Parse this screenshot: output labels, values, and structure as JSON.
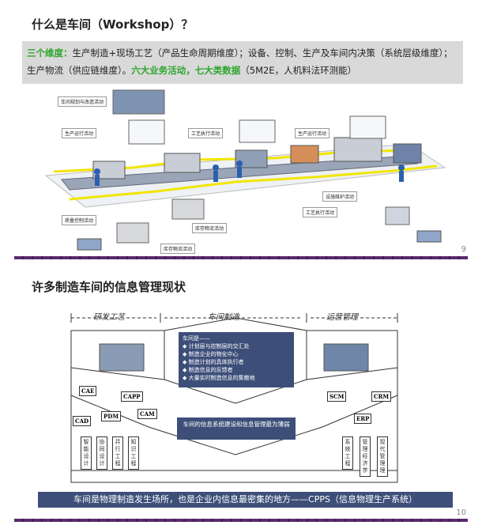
{
  "slide1": {
    "title": "什么是车间（Workshop）？",
    "intro": {
      "prefix": "三个维度：",
      "body1": "生产制造+现场工艺（产品生命周期维度）；设备、控制、生产及车间内决策（系统层级维度）；生产物流（供应链维度）。",
      "highlight": "六大业务活动，七大类数据",
      "body2": "（5M2E，人机料法环测能）"
    },
    "activities": [
      "车间规划与改造活动",
      "生产运行活动",
      "工艺执行活动",
      "生产运行活动",
      "设施维护活动",
      "工艺执行活动",
      "质量控制活动",
      "库存物流活动",
      "库存物流活动"
    ],
    "page_number": "9"
  },
  "slide2": {
    "title": "许多制造车间的信息管理现状",
    "sections": [
      "研发工艺",
      "车间制造",
      "运营管理"
    ],
    "center_heading": "车间是——",
    "center_points": [
      "计划层与控制层的交汇处",
      "制造企业的物化中心",
      "制造计划的具体执行者",
      "制造信息的反馈者",
      "大量实时制造信息的集散地"
    ],
    "left_systems": [
      "CAE",
      "CAPP",
      "CAD",
      "PDM",
      "CAM"
    ],
    "right_systems": [
      "SCM",
      "CRM",
      "ERP"
    ],
    "left_columns": [
      "智能设计",
      "协同设计",
      "并行工程",
      "知识工程"
    ],
    "right_columns": [
      "系统工程",
      "管理经济学",
      "现代管理理"
    ],
    "center_note": "车间的信息系统建设和信息管理最为薄弱",
    "banner": "车间是物理制造发生场所，也是企业内信息最密集的地方——CPPS（信息物理生产系统）",
    "page_number": "10"
  },
  "colors": {
    "highlight_green": "#2da52d",
    "banner_blue": "#3d4f79",
    "footer_purple": "#5b2a6e",
    "gray_box": "#d9d9d9",
    "line_yellow": "#f2e600"
  }
}
